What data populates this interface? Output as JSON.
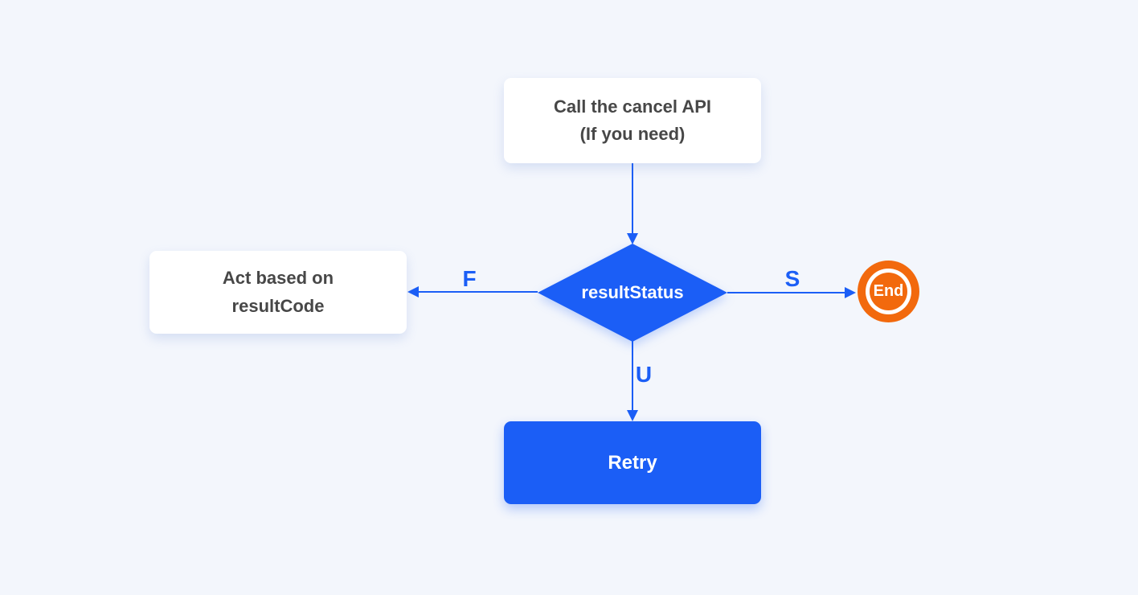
{
  "diagram": {
    "background_color": "#f3f6fc",
    "accent_blue": "#1b5ef6",
    "accent_orange": "#f2690d",
    "text_color": "#474747",
    "nodes": {
      "call_api": {
        "label": "Call the cancel API\n(If you need)"
      },
      "decision": {
        "label": "resultStatus"
      },
      "act_on_result": {
        "label": "Act based on\nresultCode"
      },
      "retry": {
        "label": "Retry"
      },
      "end": {
        "label": "End"
      }
    },
    "edge_labels": {
      "fail": "F",
      "success": "S",
      "unknown": "U"
    }
  }
}
